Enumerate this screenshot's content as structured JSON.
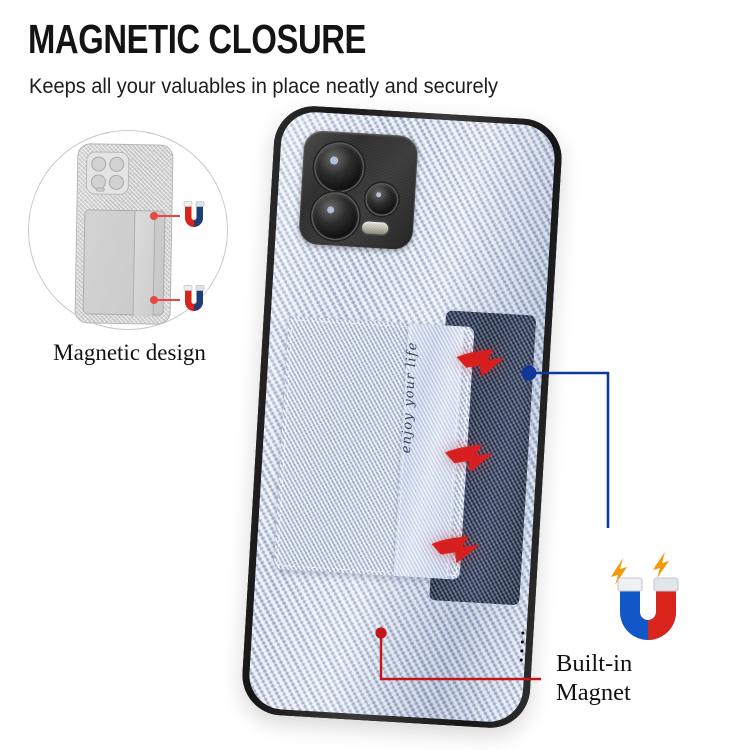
{
  "header": {
    "headline": "MAGNETIC CLOSURE",
    "subhead": "Keeps all your valuables in place neatly and securely"
  },
  "schematic": {
    "label": "Magnetic design",
    "magnet_icon_name": "horseshoe-magnet-icon",
    "magnet_count": 2,
    "dot_color": "#e8473f",
    "circle_color": "#c9c9c9"
  },
  "product": {
    "name": "magnetic-card-holder-phone-case",
    "case_color": "#c2cee6",
    "rim_color": "#1b1b1b",
    "pocket_text": "enjoy your life",
    "strap_color": "#2b3449",
    "camera_lens_count": 3,
    "arrow_color": "#d81f1f",
    "arrow_count": 3
  },
  "callouts": {
    "magnet_label_line1": "Built-in",
    "magnet_label_line2": "Magnet",
    "blue_line_color": "#12379b",
    "red_line_color": "#c2161a",
    "magnet_icon_name": "built-in-magnet-icon"
  },
  "colors": {
    "text": "#141414",
    "accent_red": "#d81f1f",
    "accent_blue": "#12379b",
    "magnet_blue": "#1157c8",
    "magnet_red": "#d9241b",
    "bolt_orange": "#f59a0b"
  }
}
